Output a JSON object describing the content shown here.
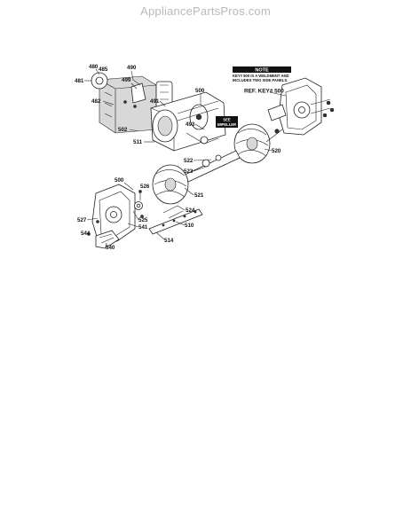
{
  "watermark": "AppliancePartsPros.com",
  "note": {
    "heading": "NOTE",
    "line1": "KEY# 500 IS A WELDMENT AND",
    "line2": "INCLUDES TWO SIDE PANELS."
  },
  "ref_key": "REF. KEY# 500",
  "tag": {
    "line1": "SEE",
    "line2": "IMPELLER"
  },
  "callouts": {
    "c480": "480",
    "c485": "485",
    "c490": "490",
    "c481": "481",
    "c499": "499",
    "c482": "482",
    "c491": "491",
    "c500a": "500",
    "c493": "493",
    "c502": "502",
    "c511": "511",
    "c520": "520",
    "c522": "522",
    "c523": "523",
    "c500b": "500",
    "c526a": "526",
    "c521": "521",
    "c524": "524",
    "c527": "527",
    "c525": "525",
    "c541": "541",
    "c510": "510",
    "c544": "544",
    "c514": "514",
    "c540": "540"
  }
}
